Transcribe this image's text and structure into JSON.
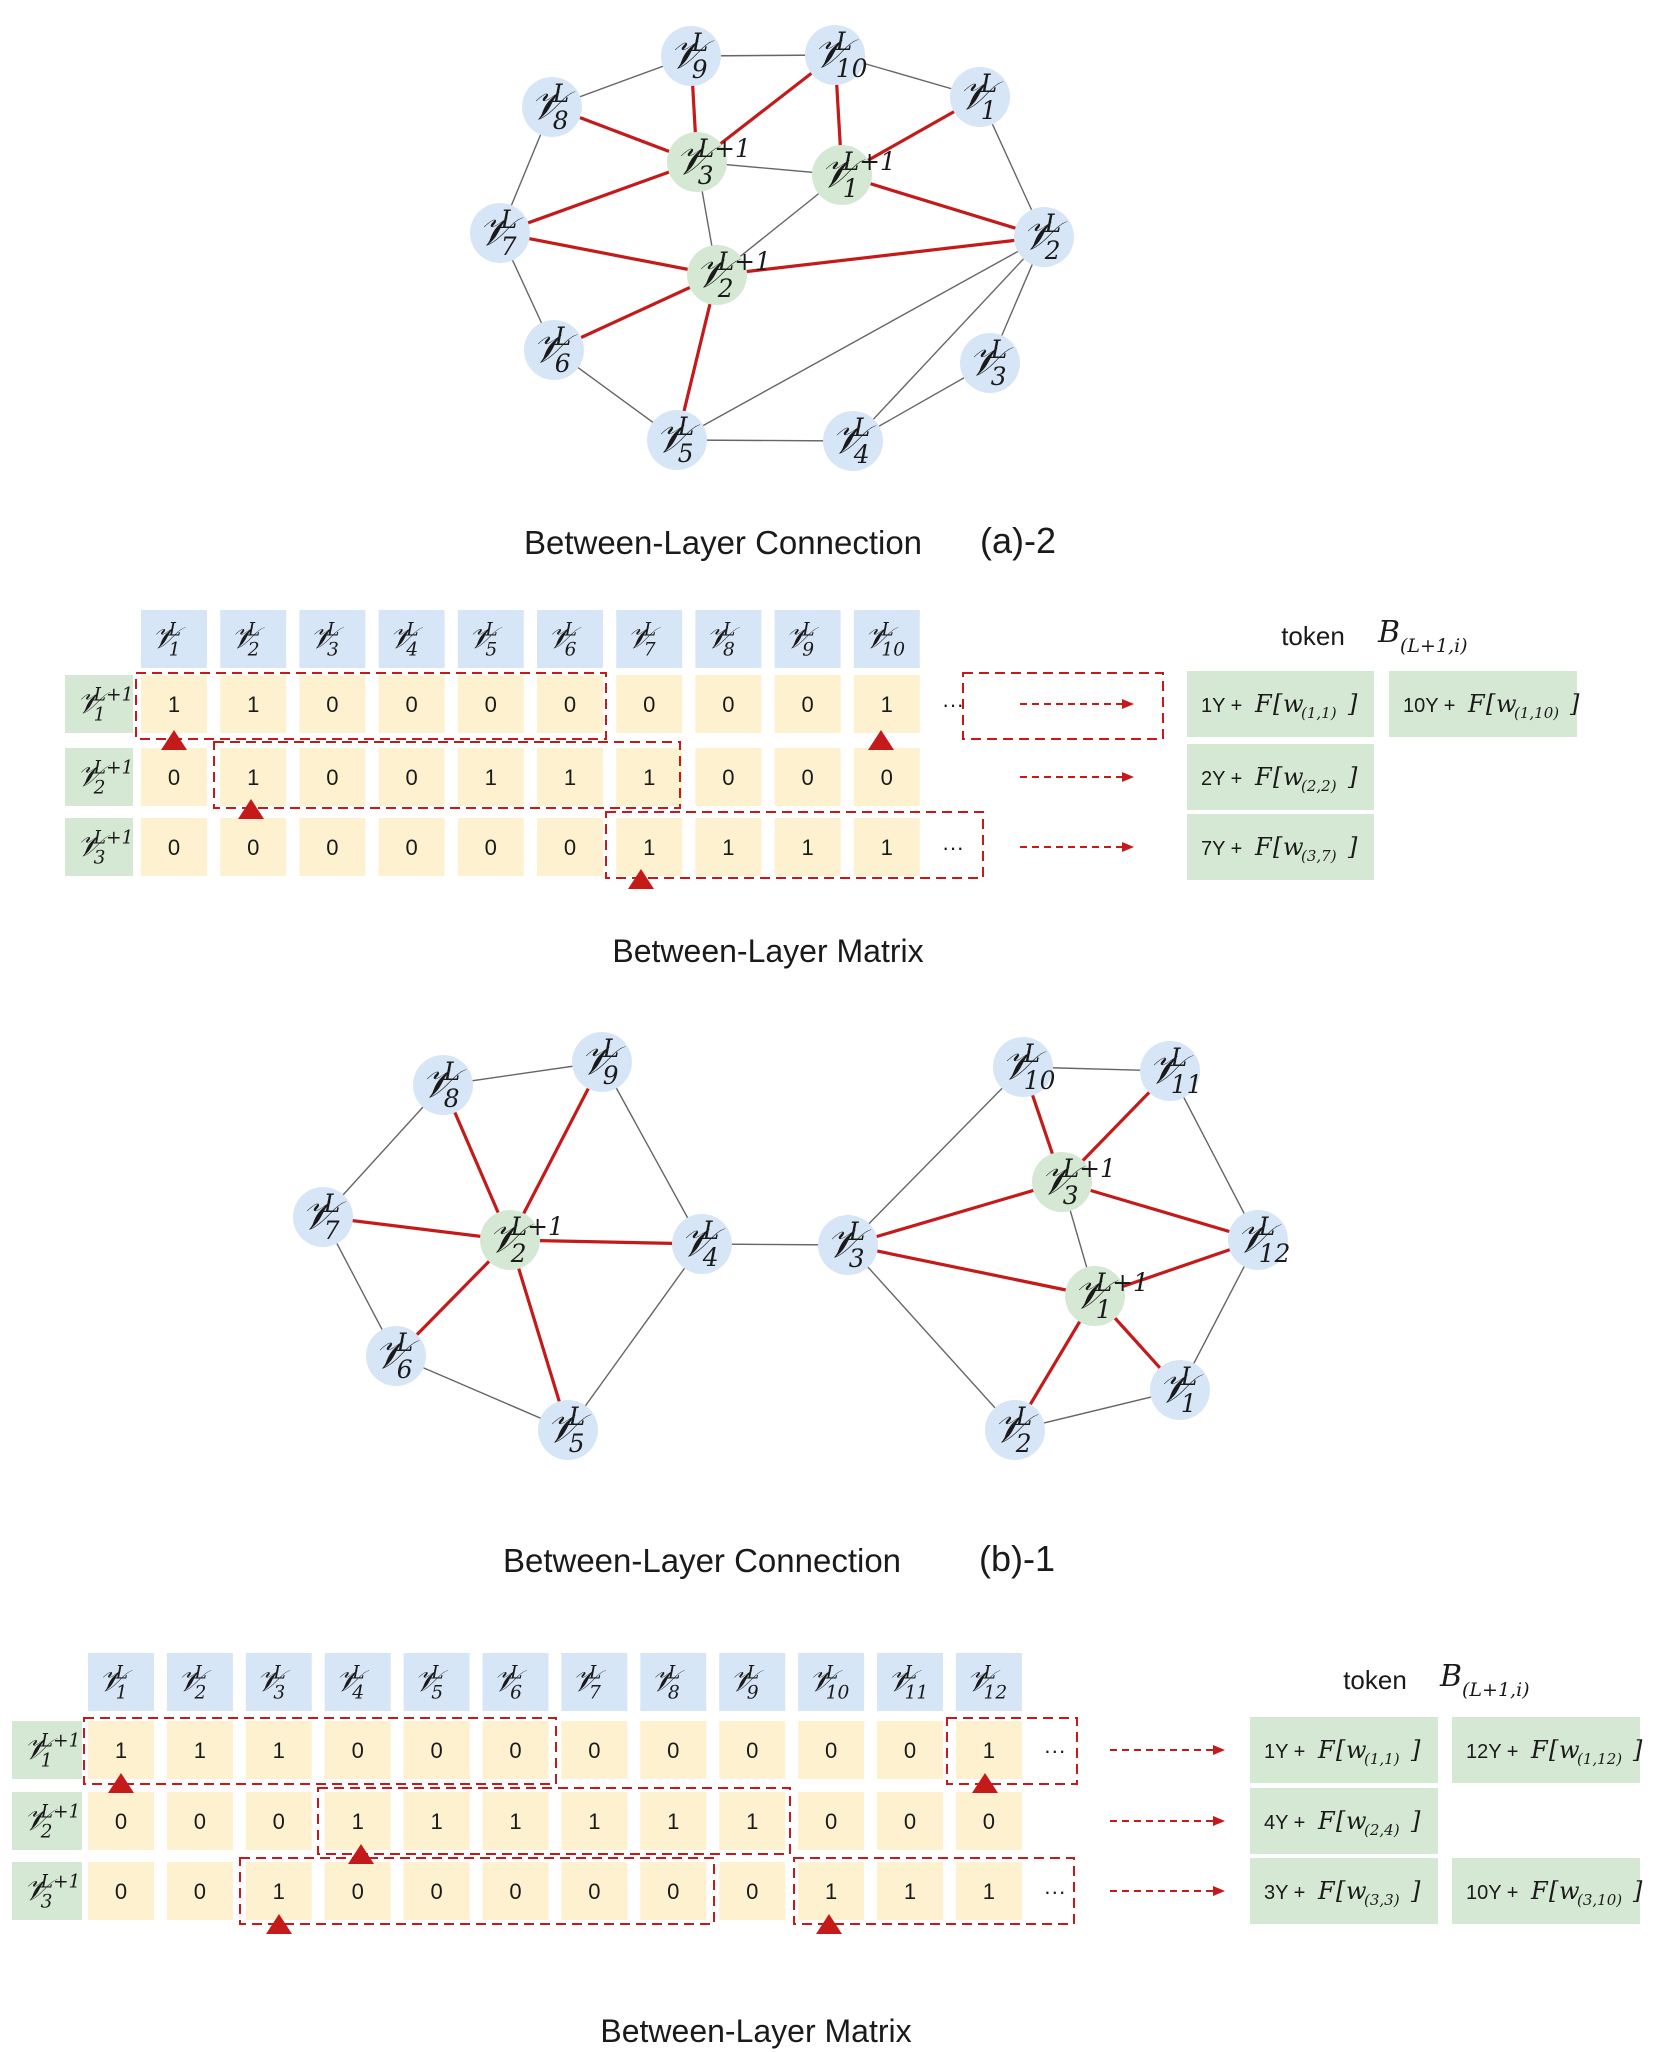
{
  "colors": {
    "blue_node": "#d6e6f7",
    "green_node": "#d5e8d4",
    "cell": "#fdf1d0",
    "header_blue": "#d6e6f7",
    "row_green": "#d5e8d4",
    "red": "#c41a1a",
    "edge_gray": "#666666"
  },
  "panel_a": {
    "connection_caption": "Between-Layer Connection",
    "panel_label": "(a)-2",
    "matrix_caption": "Between-Layer Matrix",
    "token_label": "token",
    "token_symbol": "B",
    "token_subscript": "(L+1,i)",
    "graph": {
      "nodes": [
        {
          "id": "v9",
          "sub": "9",
          "sup": "L",
          "type": "blue"
        },
        {
          "id": "v10",
          "sub": "10",
          "sup": "L",
          "type": "blue"
        },
        {
          "id": "v8",
          "sub": "8",
          "sup": "L",
          "type": "blue"
        },
        {
          "id": "v1",
          "sub": "1",
          "sup": "L",
          "type": "blue"
        },
        {
          "id": "g3",
          "sub": "3",
          "sup": "L+1",
          "type": "green"
        },
        {
          "id": "g1",
          "sub": "1",
          "sup": "L+1",
          "type": "green"
        },
        {
          "id": "v7",
          "sub": "7",
          "sup": "L",
          "type": "blue"
        },
        {
          "id": "v2",
          "sub": "2",
          "sup": "L",
          "type": "blue"
        },
        {
          "id": "g2",
          "sub": "2",
          "sup": "L+1",
          "type": "green"
        },
        {
          "id": "v6",
          "sub": "6",
          "sup": "L",
          "type": "blue"
        },
        {
          "id": "v3",
          "sub": "3",
          "sup": "L",
          "type": "blue"
        },
        {
          "id": "v5",
          "sub": "5",
          "sup": "L",
          "type": "blue"
        },
        {
          "id": "v4",
          "sub": "4",
          "sup": "L",
          "type": "blue"
        }
      ],
      "red_edges": [
        [
          "g3",
          "v9"
        ],
        [
          "g3",
          "v8"
        ],
        [
          "g3",
          "v7"
        ],
        [
          "g3",
          "v10"
        ],
        [
          "g1",
          "v10"
        ],
        [
          "g1",
          "v1"
        ],
        [
          "g1",
          "v2"
        ],
        [
          "g2",
          "v7"
        ],
        [
          "g2",
          "v2"
        ],
        [
          "g2",
          "v6"
        ],
        [
          "g2",
          "v5"
        ]
      ],
      "gray_edges": [
        [
          "v9",
          "v10"
        ],
        [
          "v10",
          "v1"
        ],
        [
          "v1",
          "v2"
        ],
        [
          "v9",
          "v8"
        ],
        [
          "v8",
          "v7"
        ],
        [
          "v7",
          "v6"
        ],
        [
          "v6",
          "v5"
        ],
        [
          "v5",
          "v4"
        ],
        [
          "v4",
          "v3"
        ],
        [
          "v3",
          "v2"
        ],
        [
          "g3",
          "g1"
        ],
        [
          "g3",
          "g2"
        ],
        [
          "g1",
          "g2"
        ],
        [
          "v2",
          "g2"
        ],
        [
          "v2",
          "v5"
        ],
        [
          "v2",
          "v4"
        ]
      ]
    },
    "matrix": {
      "columns": [
        {
          "sub": "1",
          "sup": "L"
        },
        {
          "sub": "2",
          "sup": "L"
        },
        {
          "sub": "3",
          "sup": "L"
        },
        {
          "sub": "4",
          "sup": "L"
        },
        {
          "sub": "5",
          "sup": "L"
        },
        {
          "sub": "6",
          "sup": "L"
        },
        {
          "sub": "7",
          "sup": "L"
        },
        {
          "sub": "8",
          "sup": "L"
        },
        {
          "sub": "9",
          "sup": "L"
        },
        {
          "sub": "10",
          "sup": "L"
        }
      ],
      "rows": [
        {
          "sub": "1",
          "sup": "L+1",
          "values": [
            "1",
            "1",
            "0",
            "0",
            "0",
            "0",
            "0",
            "0",
            "0",
            "1"
          ],
          "ellipsis": "···",
          "tokens": [
            {
              "prefix": "1Y +",
              "f": "F",
              "w": "w",
              "wsub": "(1,1)"
            },
            {
              "prefix": "10Y +",
              "f": "F",
              "w": "w",
              "wsub": "(1,10)"
            }
          ]
        },
        {
          "sub": "2",
          "sup": "L+1",
          "values": [
            "0",
            "1",
            "0",
            "0",
            "1",
            "1",
            "1",
            "0",
            "0",
            "0"
          ],
          "ellipsis": "",
          "tokens": [
            {
              "prefix": "2Y +",
              "f": "F",
              "w": "w",
              "wsub": "(2,2)"
            }
          ]
        },
        {
          "sub": "3",
          "sup": "L+1",
          "values": [
            "0",
            "0",
            "0",
            "0",
            "0",
            "0",
            "1",
            "1",
            "1",
            "1"
          ],
          "ellipsis": "···",
          "tokens": [
            {
              "prefix": "7Y +",
              "f": "F",
              "w": "w",
              "wsub": "(3,7)"
            }
          ]
        }
      ]
    }
  },
  "panel_b": {
    "connection_caption": "Between-Layer Connection",
    "panel_label": "(b)-1",
    "matrix_caption": "Between-Layer Matrix",
    "token_label": "token",
    "token_symbol": "B",
    "token_subscript": "(L+1,i)",
    "graph": {
      "nodes": [
        {
          "id": "v8",
          "sub": "8",
          "sup": "L",
          "type": "blue"
        },
        {
          "id": "v9",
          "sub": "9",
          "sup": "L",
          "type": "blue"
        },
        {
          "id": "v7",
          "sub": "7",
          "sup": "L",
          "type": "blue"
        },
        {
          "id": "g2",
          "sub": "2",
          "sup": "L+1",
          "type": "green"
        },
        {
          "id": "v4",
          "sub": "4",
          "sup": "L",
          "type": "blue"
        },
        {
          "id": "v6",
          "sub": "6",
          "sup": "L",
          "type": "blue"
        },
        {
          "id": "v5",
          "sub": "5",
          "sup": "L",
          "type": "blue"
        },
        {
          "id": "v10",
          "sub": "10",
          "sup": "L",
          "type": "blue"
        },
        {
          "id": "v11",
          "sub": "11",
          "sup": "L",
          "type": "blue"
        },
        {
          "id": "g3",
          "sub": "3",
          "sup": "L+1",
          "type": "green"
        },
        {
          "id": "v3",
          "sub": "3",
          "sup": "L",
          "type": "blue"
        },
        {
          "id": "v12",
          "sub": "12",
          "sup": "L",
          "type": "blue"
        },
        {
          "id": "g1",
          "sub": "1",
          "sup": "L+1",
          "type": "green"
        },
        {
          "id": "v1",
          "sub": "1",
          "sup": "L",
          "type": "blue"
        },
        {
          "id": "v2",
          "sub": "2",
          "sup": "L",
          "type": "blue"
        }
      ],
      "red_edges": [
        [
          "g2",
          "v8"
        ],
        [
          "g2",
          "v9"
        ],
        [
          "g2",
          "v7"
        ],
        [
          "g2",
          "v4"
        ],
        [
          "g2",
          "v6"
        ],
        [
          "g2",
          "v5"
        ],
        [
          "g3",
          "v10"
        ],
        [
          "g3",
          "v11"
        ],
        [
          "g3",
          "v3"
        ],
        [
          "g3",
          "v12"
        ],
        [
          "g1",
          "v3"
        ],
        [
          "g1",
          "v12"
        ],
        [
          "g1",
          "v2"
        ],
        [
          "g1",
          "v1"
        ]
      ],
      "gray_edges": [
        [
          "v8",
          "v9"
        ],
        [
          "v8",
          "v7"
        ],
        [
          "v7",
          "v6"
        ],
        [
          "v6",
          "v5"
        ],
        [
          "v5",
          "v4"
        ],
        [
          "v4",
          "v9"
        ],
        [
          "v4",
          "v3"
        ],
        [
          "v10",
          "v11"
        ],
        [
          "v11",
          "v12"
        ],
        [
          "v12",
          "v1"
        ],
        [
          "v1",
          "v2"
        ],
        [
          "v2",
          "v3"
        ],
        [
          "v3",
          "v10"
        ],
        [
          "g3",
          "g1"
        ]
      ]
    },
    "matrix": {
      "columns": [
        {
          "sub": "1",
          "sup": "L"
        },
        {
          "sub": "2",
          "sup": "L"
        },
        {
          "sub": "3",
          "sup": "L"
        },
        {
          "sub": "4",
          "sup": "L"
        },
        {
          "sub": "5",
          "sup": "L"
        },
        {
          "sub": "6",
          "sup": "L"
        },
        {
          "sub": "7",
          "sup": "L"
        },
        {
          "sub": "8",
          "sup": "L"
        },
        {
          "sub": "9",
          "sup": "L"
        },
        {
          "sub": "10",
          "sup": "L"
        },
        {
          "sub": "11",
          "sup": "L"
        },
        {
          "sub": "12",
          "sup": "L"
        }
      ],
      "rows": [
        {
          "sub": "1",
          "sup": "L+1",
          "values": [
            "1",
            "1",
            "1",
            "0",
            "0",
            "0",
            "0",
            "0",
            "0",
            "0",
            "0",
            "1"
          ],
          "ellipsis": "···",
          "tokens": [
            {
              "prefix": "1Y +",
              "f": "F",
              "w": "w",
              "wsub": "(1,1)"
            },
            {
              "prefix": "12Y +",
              "f": "F",
              "w": "w",
              "wsub": "(1,12)"
            }
          ]
        },
        {
          "sub": "2",
          "sup": "L+1",
          "values": [
            "0",
            "0",
            "0",
            "1",
            "1",
            "1",
            "1",
            "1",
            "1",
            "0",
            "0",
            "0"
          ],
          "ellipsis": "",
          "tokens": [
            {
              "prefix": "4Y +",
              "f": "F",
              "w": "w",
              "wsub": "(2,4)"
            }
          ]
        },
        {
          "sub": "3",
          "sup": "L+1",
          "values": [
            "0",
            "0",
            "1",
            "0",
            "0",
            "0",
            "0",
            "0",
            "0",
            "1",
            "1",
            "1"
          ],
          "ellipsis": "···",
          "tokens": [
            {
              "prefix": "3Y +",
              "f": "F",
              "w": "w",
              "wsub": "(3,3)"
            },
            {
              "prefix": "10Y +",
              "f": "F",
              "w": "w",
              "wsub": "(3,10)"
            }
          ]
        }
      ]
    }
  }
}
